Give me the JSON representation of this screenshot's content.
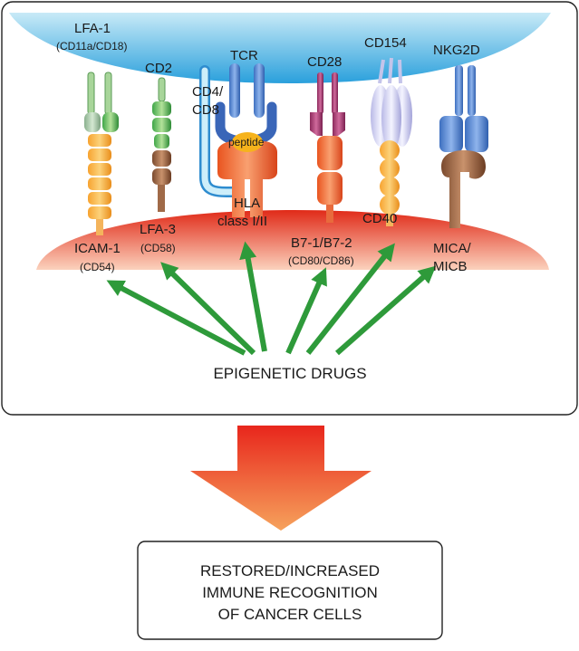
{
  "tcell_receptors": {
    "lfa1": "LFA-1",
    "lfa1_sub": "(CD11a/CD18)",
    "cd2": "CD2",
    "cd4_line1": "CD4/",
    "cd4_line2": "CD8",
    "tcr": "TCR",
    "cd28": "CD28",
    "cd154": "CD154",
    "nkg2d": "NKG2D"
  },
  "tumor_ligands": {
    "peptide": "peptide",
    "hla_line1": "HLA",
    "hla_line2": "class I/II",
    "icam1": "ICAM-1",
    "icam1_sub": "(CD54)",
    "lfa3": "LFA-3",
    "lfa3_sub": "(CD58)",
    "b7": "B7-1/B7-2",
    "b7_sub": "(CD80/CD86)",
    "cd40": "CD40",
    "mica_line1": "MICA/",
    "mica_line2": "MICB"
  },
  "drugs_label": "EPIGENETIC DRUGS",
  "outcome": {
    "line1": "RESTORED/INCREASED",
    "line2": "IMMUNE RECOGNITION",
    "line3": "OF CANCER CELLS"
  },
  "colors": {
    "tcell_top": "#c8eaf7",
    "tcell_bottom": "#2aa0dc",
    "tumor_top": "#e02a18",
    "tumor_bottom": "#f6b89a",
    "arrow_green": "#2e9a3a",
    "down_arrow_top": "#e8261c",
    "down_arrow_bottom": "#f6a25c"
  }
}
